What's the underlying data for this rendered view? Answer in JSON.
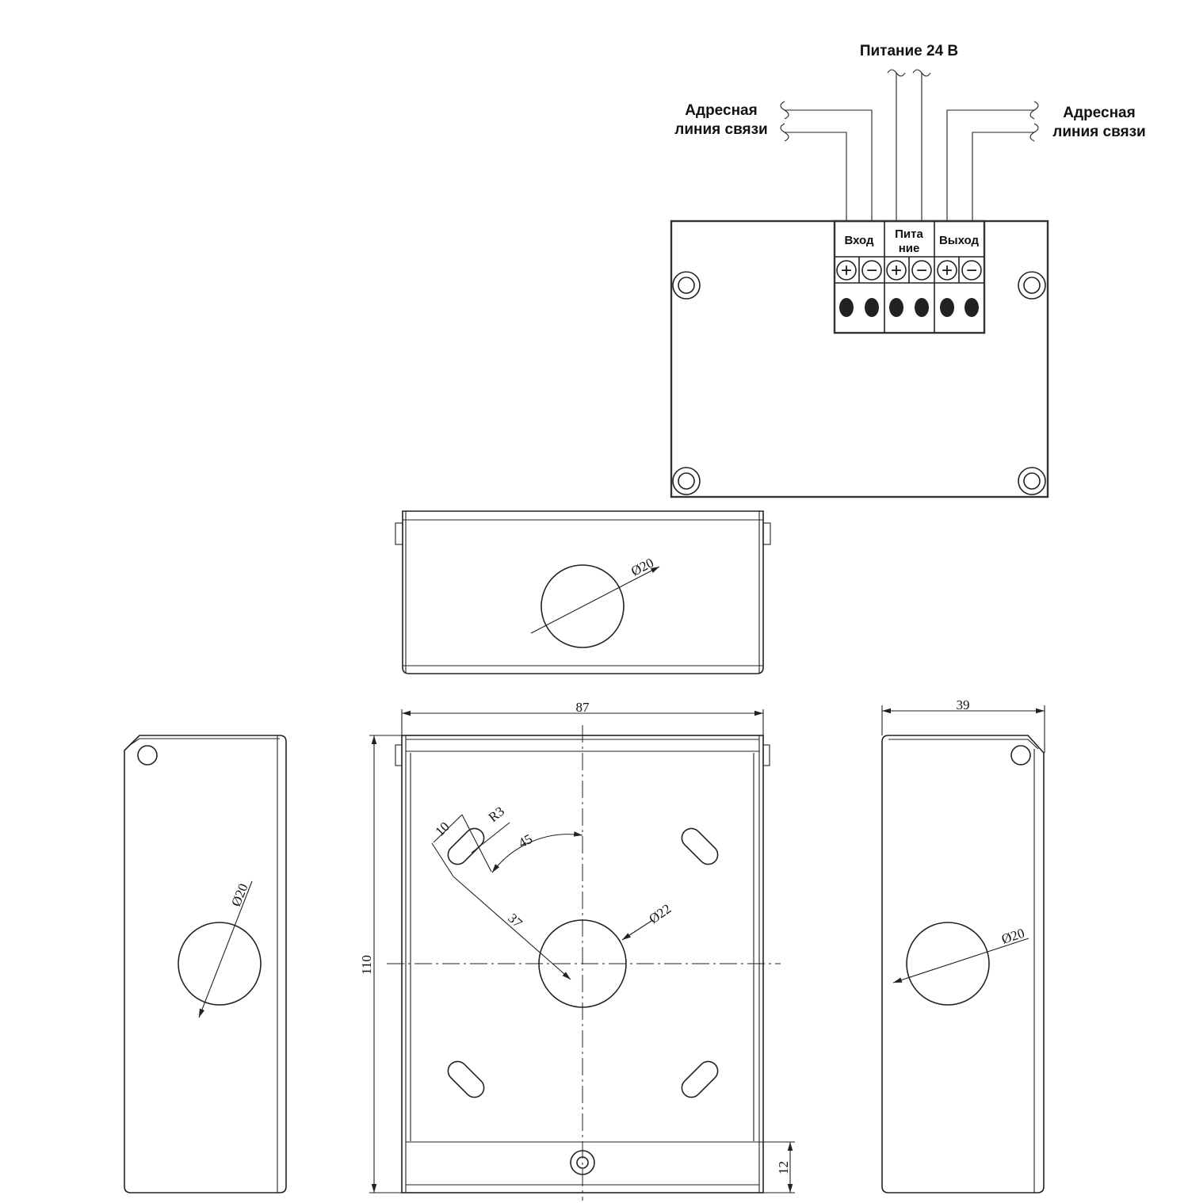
{
  "wiring": {
    "power_label": "Питание 24 В",
    "left_line": {
      "line1": "Адресная",
      "line2": "линия связи"
    },
    "right_line": {
      "line1": "Адресная",
      "line2": "линия связи"
    },
    "terminals": {
      "input": "Вход",
      "power_line1": "Пита",
      "power_line2": "ние",
      "output": "Выход",
      "plus": "+",
      "minus": "−"
    }
  },
  "dimensions": {
    "top_hole": "Ø20",
    "left_hole": "Ø20",
    "right_hole": "Ø20",
    "width": "87",
    "depth": "39",
    "height": "110",
    "bottom_band": "12",
    "slot_width": "10",
    "slot_radius": "R3",
    "angle": "45",
    "slot_distance": "37",
    "center_hole": "Ø22"
  },
  "colors": {
    "line": "#222222",
    "terminal_fill": "#222222"
  }
}
